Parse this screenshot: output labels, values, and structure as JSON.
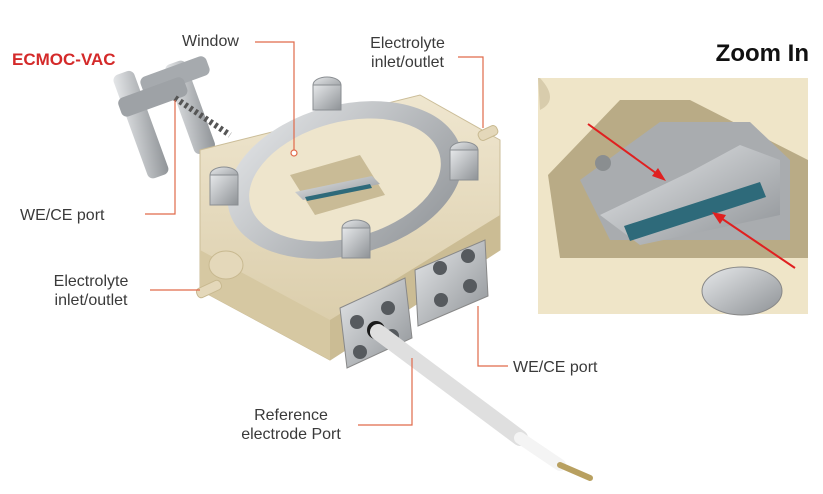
{
  "product": {
    "name": "ECMOC-VAC",
    "accent_color": "#d42a2a"
  },
  "zoom": {
    "title": "Zoom In"
  },
  "labels": {
    "window": "Window",
    "electrolyte_top": "Electrolyte inlet/outlet",
    "we_ce_left": "WE/CE port",
    "electrolyte_left": "Electrolyte inlet/outlet",
    "we_ce_right": "WE/CE port",
    "reference": "Reference electrode Port"
  },
  "colors": {
    "leader_line": "#e06a4a",
    "body": "#e8dcc0",
    "steel": "#b8bcc0",
    "window_strip": "#2e6a7a",
    "arrow": "#e02020"
  }
}
